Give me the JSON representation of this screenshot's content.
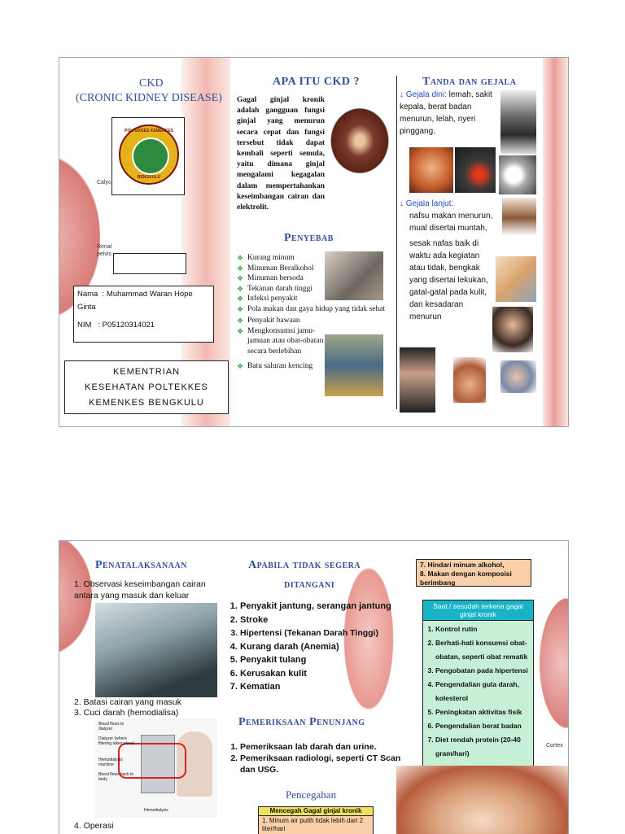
{
  "cover": {
    "title_short": "CKD",
    "title_long": "(CRONIC KIDNEY DISEASE)",
    "logo_ring_text": "POLTEKKES KEMENKES",
    "logo_city": "BENGKULU",
    "name_label": "Nama",
    "name_value": ": Muhammad Waran Hope Ginta",
    "nim_label": "NIM",
    "nim_value": ": P05120314021",
    "institution": "KEMENTRIAN KESEHATAN POLTEKKES KEMENKES BENGKULU",
    "diagram_labels": [
      "Calyces",
      "Renal pelvis"
    ]
  },
  "apa_itu": {
    "heading": "APA ITU CKD ?",
    "body": "Gagal ginjal kronik adalah gangguan fungsi ginjal yang menurun secara cepat dan fungsi tersebut tidak dapat kembali seperti semula, yaitu dimana ginjal mengalami kegagalan dalam mempertahankan keseimbangan cairan dan elektrolit."
  },
  "penyebab": {
    "heading": "Penyebab",
    "items": [
      "Kurang minum",
      "Minuman Beralkohol",
      "Minuman bersoda",
      "Tekanan darah tinggi",
      "Infeksi penyakit",
      "Pola makan dan gaya hidup yang tidak sehat",
      "Penyakit bawaan",
      "Mengkonsumsi jamu-jamuan atau obat-obatan secara berlebihan",
      "Batu saluran kencing"
    ]
  },
  "tanda": {
    "heading": "Tanda dan gejala",
    "dini_label": "Gejala dini:",
    "dini_text": "lemah, sakit kepala, berat badan menurun, lelah, nyeri pinggang.",
    "lanjut_label": "Gejala lanjut:",
    "lanjut_text1": "nafsu makan menurun, mual disertai muntah,",
    "lanjut_text2": "sesak nafas baik di waktu ada kegiatan atau tidak, bengkak yang disertai lekukan, gatal-gatal pada kulit, dan kesadaran menurun"
  },
  "penatalaksanaan": {
    "heading": "Penatalaksanaan",
    "item1": "1. Observasi keseimbangan cairan antara yang masuk dan keluar",
    "item2": "2. Batasi cairan yang masuk",
    "item3": "3. Cuci darah (hemodialisa)",
    "item4": "4. Operasi",
    "hd_labels": [
      "Blood flows to dialyzer",
      "Dialyzer (where filtering takes place)",
      "Hemodialysis machine",
      "Blood flows back to body",
      "Hemodialysis"
    ]
  },
  "apabila": {
    "heading_1": "Apabila tidak segera",
    "heading_2": "ditangani",
    "items": [
      "Penyakit jantung, serangan jantung",
      "Stroke",
      "Hipertensi (Tekanan Darah Tinggi)",
      "Kurang darah (Anemia)",
      "Penyakit tulang",
      "Kerusakan kulit",
      "Kematian"
    ]
  },
  "pemeriksaan": {
    "heading": "Pemeriksaan Penunjang",
    "items": [
      "Pemeriksaan lab darah dan urine.",
      "Pemeriksaan radiologi, seperti CT Scan dan USG."
    ]
  },
  "pencegahan": {
    "heading": "Pencegahan",
    "box_title": "Mencegah Gagal ginjal kronik",
    "item1": "1. Minum air putih tidak lebih dari 2 liter/hari",
    "item7": "7. Hindari minum alkohol,",
    "item8": "8. Makan dengan komposisi berimbang"
  },
  "setelah": {
    "title": "Saat / sesudah terkena gagal ginjal kronik",
    "items": [
      "Kontrol rutin",
      "Berhati-hati konsumsi obat-obatan, seperti obat rematik",
      "Pengobatan pada hipertensi",
      "Pengendalian gula darah, kolesterol",
      "Peningkatan aktivitas fisik",
      "Pengendalian berat badan",
      "Diet rendah protein (20-40 gram/hari)"
    ],
    "cortex_label": "Cortex"
  },
  "colors": {
    "heading_blue": "#2f4f9a",
    "peach_box": "#f8cfa8",
    "green_box": "#c6f0d6",
    "cyan_header": "#19b3c9",
    "kidney_pink": "#e9a3a0"
  }
}
